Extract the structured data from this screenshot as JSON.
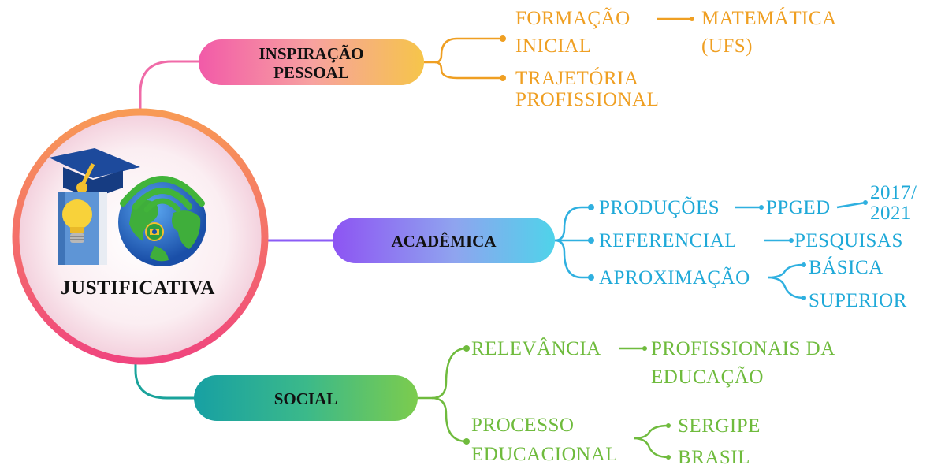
{
  "center": {
    "label": "JUSTIFICATIVA"
  },
  "branches": {
    "inspiracao": {
      "label_line1": "INSPIRAÇÃO",
      "label_line2": "PESSOAL",
      "formacao_line1": "FORMAÇÃO",
      "formacao_line2": "INICIAL",
      "matematica_line1": "MATEMÁTICA",
      "matematica_line2": "(UFS)",
      "trajetoria_line1": "TRAJETÓRIA",
      "trajetoria_line2": "PROFISSIONAL"
    },
    "academica": {
      "label": "ACADÊMICA",
      "producoes": "PRODUÇÕES",
      "ppged": "PPGED",
      "years_line1": "2017/",
      "years_line2": "2021",
      "referencial": "REFERENCIAL",
      "pesquisas": "PESQUISAS",
      "aproximacao": "APROXIMAÇÃO",
      "basica": "BÁSICA",
      "superior": "SUPERIOR"
    },
    "social": {
      "label": "SOCIAL",
      "relevancia": "RELEVÂNCIA",
      "profissionais_line1": "PROFISSIONAIS DA",
      "profissionais_line2": "EDUCAÇÃO",
      "processo_line1": "PROCESSO",
      "processo_line2": "EDUCACIONAL",
      "sergipe": "SERGIPE",
      "brasil": "BRASIL"
    }
  },
  "colors": {
    "orange": "#ef9f22",
    "cyan": "#1fa9d8",
    "green": "#6fbb3d",
    "pink": "#f06ba8",
    "purple": "#8b5cf6",
    "teal": "#1aa39b"
  },
  "icons": [
    "graduation-cap-icon",
    "book-icon",
    "lightbulb-icon",
    "globe-icon",
    "wifi-signal-icon"
  ]
}
